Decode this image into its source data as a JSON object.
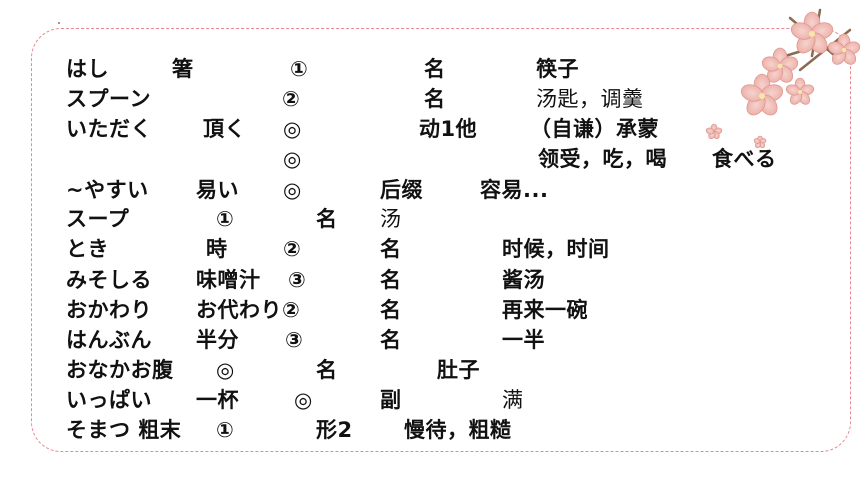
{
  "rows": [
    {
      "cols": [
        "はし",
        "箸",
        "①",
        "名",
        "筷子"
      ]
    },
    {
      "cols": [
        "スプーン",
        "②",
        "名",
        "汤匙，调羹"
      ]
    },
    {
      "cols": [
        "いただく",
        "頂く",
        "◎",
        "动1他",
        "（自谦）承蒙"
      ]
    },
    {
      "cols": [
        "◎",
        "领受，吃，喝",
        "食べる"
      ]
    },
    {
      "cols": [
        "~やすい",
        "易い",
        "◎",
        "后缀",
        "容易..."
      ]
    },
    {
      "cols": [
        "スープ",
        "①",
        "名",
        "汤"
      ]
    },
    {
      "cols": [
        "とき",
        "時",
        "②",
        "名",
        "时候，时间"
      ]
    },
    {
      "cols": [
        "みそしる",
        "味噌汁",
        "③",
        "名",
        "酱汤"
      ]
    },
    {
      "cols": [
        "おかわり",
        "お代わり②",
        "名",
        "再来一碗"
      ]
    },
    {
      "cols": [
        "はんぶん",
        "半分",
        "③",
        "名",
        "一半"
      ]
    },
    {
      "cols": [
        "おなかお腹",
        "◎",
        "名",
        "肚子"
      ]
    },
    {
      "cols": [
        "いっぱい",
        "一杯",
        "◎",
        "副",
        "满"
      ]
    },
    {
      "cols": [
        "そまつ 粗末",
        "①",
        "形2",
        "慢待，粗糙"
      ]
    }
  ]
}
